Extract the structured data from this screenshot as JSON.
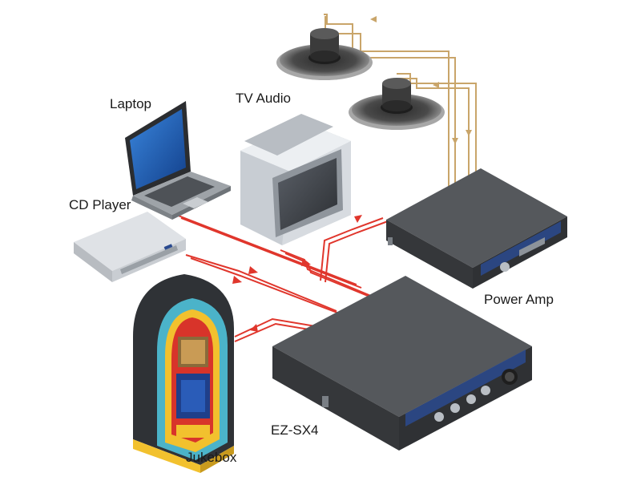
{
  "labels": {
    "laptop": "Laptop",
    "tv_audio": "TV Audio",
    "cd_player": "CD Player",
    "jukebox": "Jukebox",
    "power_amp": "Power Amp",
    "mixer": "EZ-SX4"
  },
  "colors": {
    "signal_line": "#e0362c",
    "speaker_wire": "#c9a56a",
    "device_dark": "#3d3f42",
    "device_top": "#55585c",
    "panel_blue": "#2a4a8f",
    "screen_blue": "#1d5fb8",
    "jukebox_teal": "#4bb3c9",
    "jukebox_yellow": "#f2c12e",
    "jukebox_red": "#d8342a",
    "tv_body": "#d7dbe0"
  },
  "icons": {
    "laptop": "laptop-icon",
    "tv": "tv-icon",
    "cd_player": "cd-player-icon",
    "jukebox": "jukebox-icon",
    "speaker": "speaker-icon",
    "power_amp": "power-amp-icon",
    "mixer": "mixer-icon"
  }
}
